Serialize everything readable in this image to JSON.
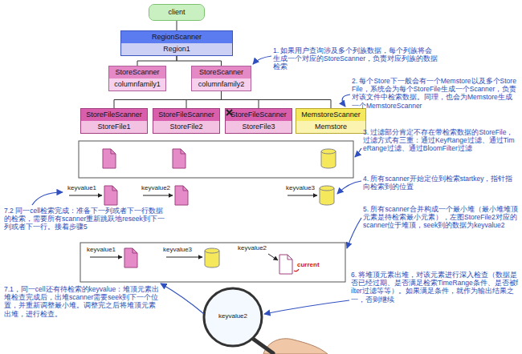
{
  "diagram": {
    "nodes": [
      {
        "text": [
          "client"
        ]
      },
      {
        "text": [
          "RegionScanner",
          "Region1"
        ]
      },
      {
        "text": [
          "StoreScanner",
          "columnfamily1"
        ]
      },
      {
        "text": [
          "StoreScanner",
          "columnfamily2"
        ]
      },
      {
        "text": [
          "StoreFileScanner",
          "StoreFile1"
        ]
      },
      {
        "text": [
          "StoreFileScanner",
          "StoreFile2"
        ]
      },
      {
        "text": [
          "StoreFileScanner",
          "StoreFile3"
        ]
      },
      {
        "text": [
          "MemstoreScanner",
          "Memstore"
        ]
      }
    ],
    "edges": [
      {
        "from": 0,
        "to": 1,
        "arrow": "none"
      },
      {
        "from": 1,
        "to": 2,
        "arrow": "none"
      },
      {
        "from": 1,
        "to": 3,
        "arrow": "none"
      },
      {
        "from": 3,
        "to": 4,
        "arrow": "none"
      },
      {
        "from": 3,
        "to": 5,
        "arrow": "none"
      },
      {
        "from": 3,
        "to": 6,
        "arrow": "none"
      },
      {
        "from": 3,
        "to": 7,
        "arrow": "none"
      }
    ],
    "labels": [
      "1. 如果用户查询涉及多个列族数据，每个列族将会生成一个对应的StoreScanner，负责对应列族的数据检索",
      "2. 每个Store下一般会有一个Memstore以及多个StoreFile，系统会为每个StoreFile生成一个Scanner，负责对该文件中检索数据。同理，也会为Memstore生成一个MemstoreScanner",
      "3. 过滤部分肯定不存在带检索数据的StoreFile，过滤方式有三重：通过KeyRange过滤、通过TimeRange过滤、通过BloomFilter过滤",
      "4. 所有scanner开始定位到检索startkey，指针指向检索到的位置",
      "keyvalue1",
      "keyvalue2",
      "keyvalue3",
      "7.2 同一cell检索完成：准备下一列或者下一行数据的检索，需要所有scanner重新跳跃地reseek到下一列或者下一行。接着步骤5",
      "5. 所有scanner合并构成一个最小堆（最小堆堆顶元素是待检索最小元素），左图StoreFile2对应的scanner位于堆顶，seek到的数据为keyvalue2",
      "keyvalue1",
      "keyvalue3",
      "keyvalue2",
      "current",
      "6. 将堆顶元素出堆，对该元素进行深入检查（数据是否已经过期、是否满足检索TimeRange条件、是否被filter过滤等等）。如果满足条件，就作为输出结果之一，否则继续",
      "7.1，同一cell还有待检索的keyvalue：堆顶元素出堆检查完成后，出堆scanner需要seek到下一个位置，并重新调整最小堆。调整完之后将堆顶元素出堆，进行检查。",
      "keyvalue2"
    ]
  }
}
